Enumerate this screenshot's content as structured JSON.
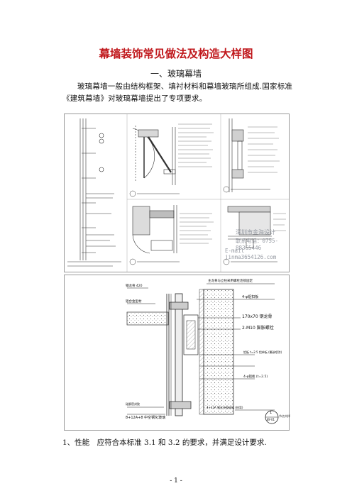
{
  "document": {
    "title": "幕墙装饰常见做法及构造大样图",
    "section_heading": "一、玻璃幕墙",
    "intro_paragraph": "玻璃幕墙一般由结构框架、填衬材料和幕墙玻璃所组成.国家标准《建筑幕墙》对玻璃幕墙提出了专项要求。",
    "item_1": "1、性能　应符合本标准 3.1 和 3.2 的要求，并满足设计要求.",
    "page_number": "- 1 -"
  },
  "figure_1": {
    "watermark_line_1": "深圳市金海设计",
    "watermark_line_2": "联系电话：0755-88365446",
    "watermark_line_3": "E-mail jinma3654126.com"
  },
  "figure_2": {
    "labels": {
      "top_left": "钢龙骨 420",
      "left_mid": "铝合金型材",
      "right_1": "主龙骨与立柱采用螺栓连接固定",
      "right_2": "4-φ铝扣板",
      "right_3": "170x70 钢龙骨",
      "right_4": "2-M10 膨胀螺栓",
      "right_5": "铝板 t=2.5 铝单板 (氟碳喷涂)",
      "right_6": "4-φ铝板 (t=2.5)",
      "bottom_left_1": "硅酮密封胶",
      "bottom_left_2": "8+12A+8 中空钢化玻璃",
      "bottom_right": "4+12A 钢化夹胶玻璃 (热弯)",
      "detail_tag": "1",
      "detail_sub": "BY-01",
      "detail_name": "节点大样"
    }
  }
}
